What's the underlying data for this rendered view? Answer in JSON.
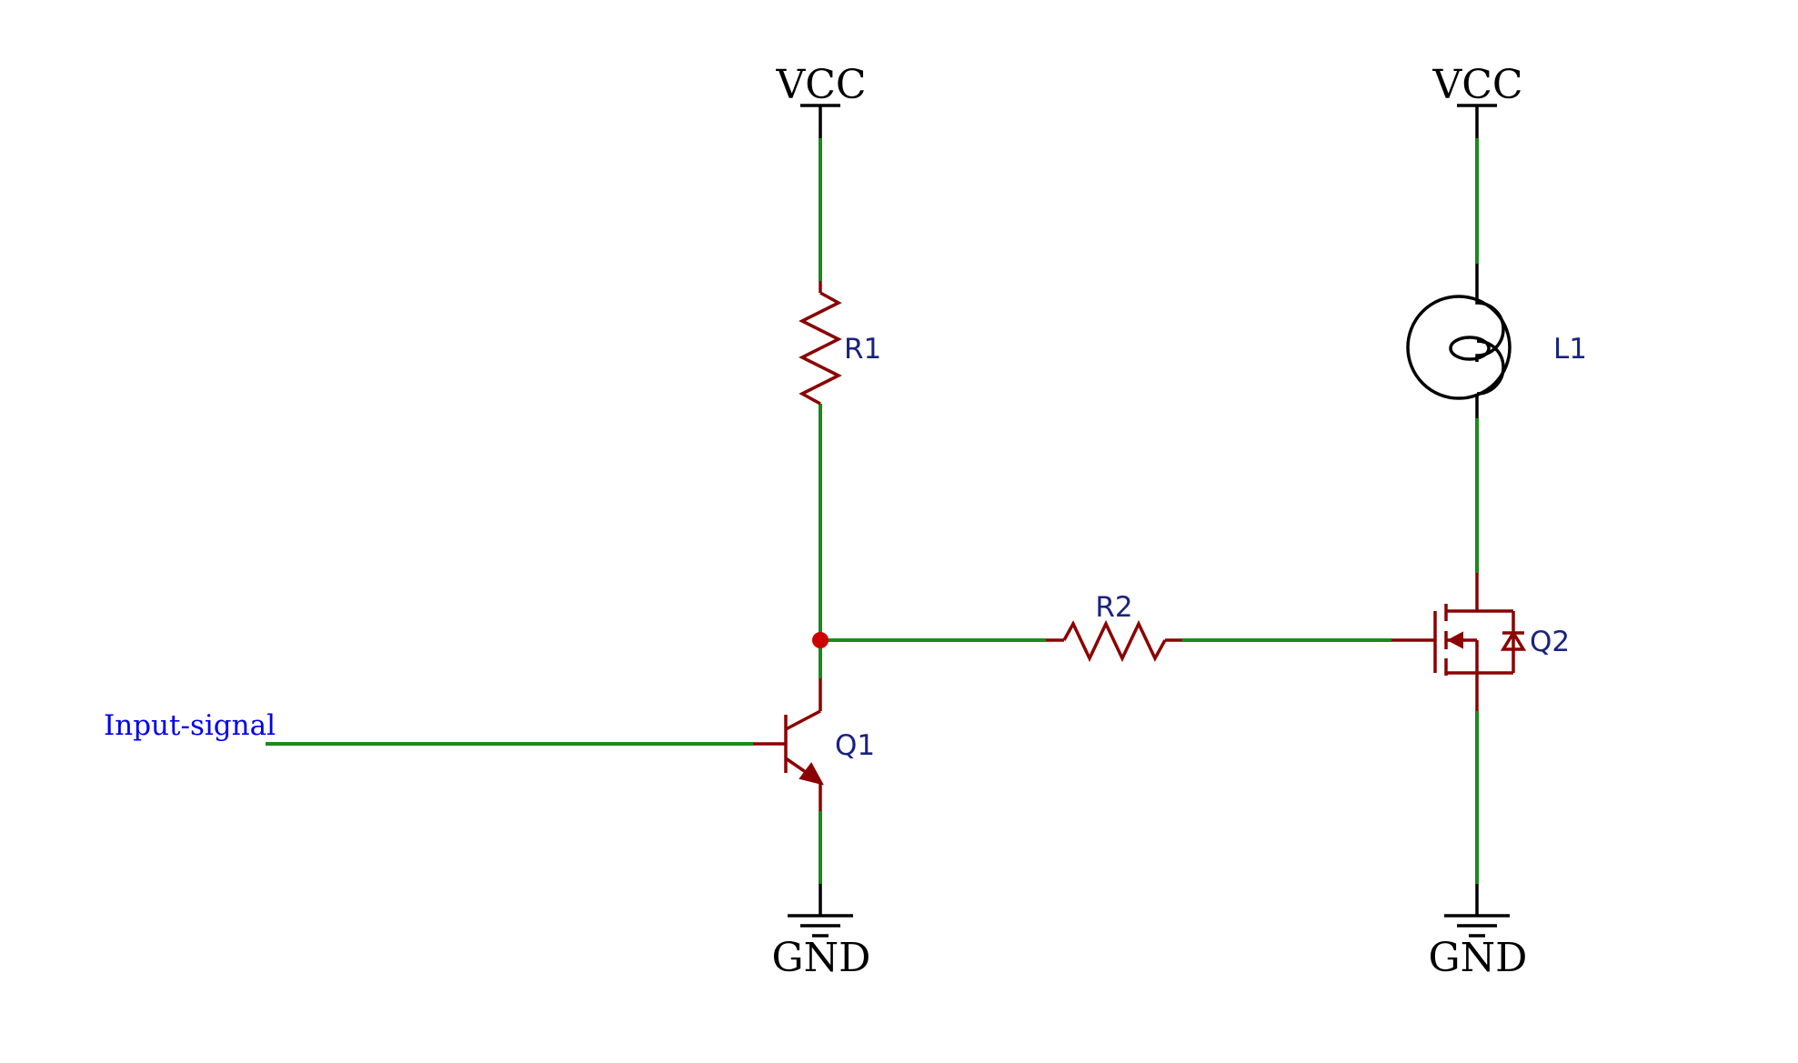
{
  "power": {
    "vcc_left": "VCC",
    "vcc_right": "VCC",
    "gnd_left": "GND",
    "gnd_right": "GND"
  },
  "components": {
    "r1": "R1",
    "r2": "R2",
    "q1": "Q1",
    "q2": "Q2",
    "l1": "L1"
  },
  "net_labels": {
    "input": "Input-signal"
  },
  "colors": {
    "wire": "#1a8a1a",
    "component": "#8b0000",
    "reference_text": "#1a237e",
    "net_label_text": "#0000ee",
    "junction": "#cc0000"
  }
}
